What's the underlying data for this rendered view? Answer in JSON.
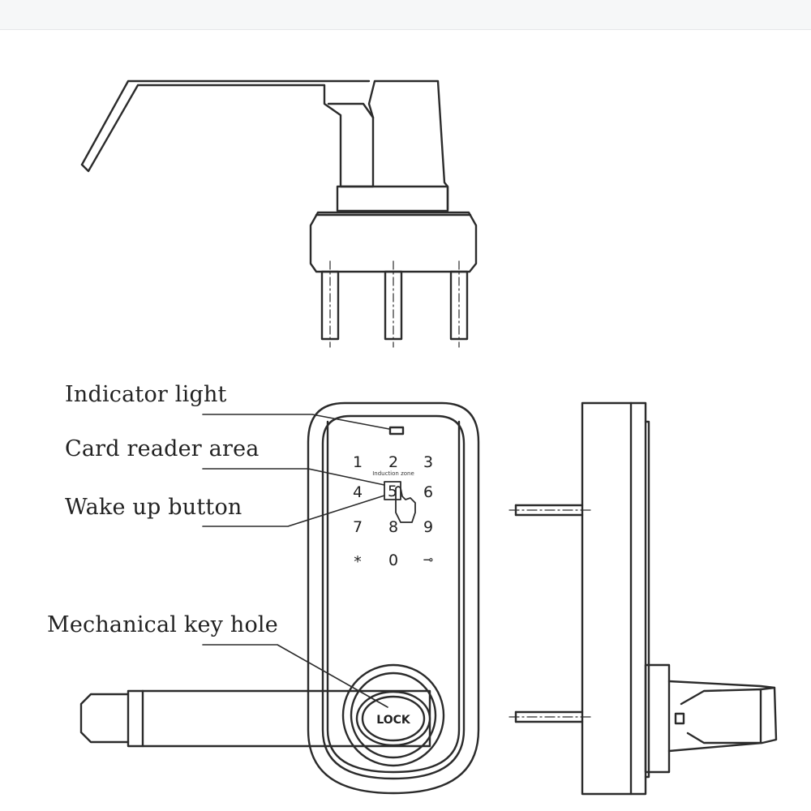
{
  "callouts": {
    "indicator_light": "Indicator light",
    "card_reader_area": "Card reader area",
    "wake_up_button": "Wake up button",
    "mechanical_key_hole": "Mechanical key hole"
  },
  "keypad": {
    "keys": [
      "1",
      "2",
      "3",
      "4",
      "5",
      "6",
      "7",
      "8",
      "9",
      "*",
      "0",
      "⊸"
    ],
    "induction_zone_label": "Induction zone"
  },
  "lock_label": "LOCK",
  "colors": {
    "line": "#2b2b2b",
    "text": "#222222"
  }
}
